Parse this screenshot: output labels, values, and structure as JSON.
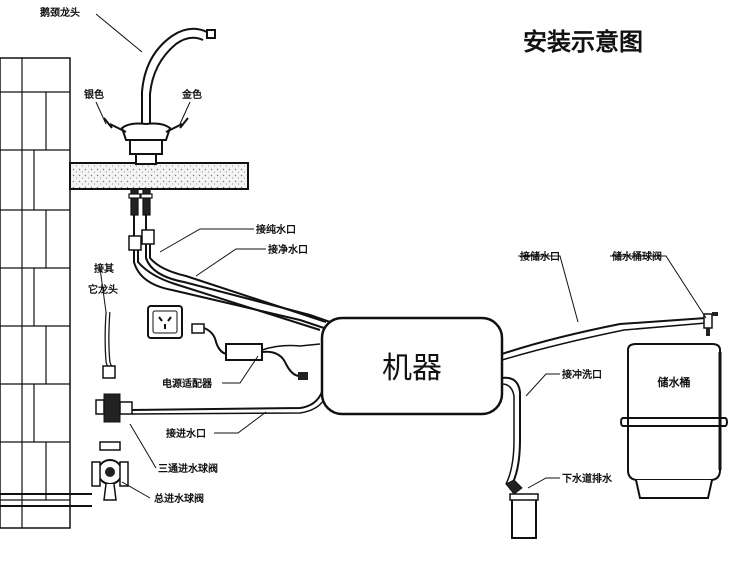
{
  "title": "安装示意图",
  "machine_label": "机器",
  "tank_label": "储水桶",
  "labels": {
    "faucet": "鹅颈龙头",
    "silver": "银色",
    "gold": "金色",
    "pure_water_port": "接纯水口",
    "clean_water_port": "接净水口",
    "other_faucet_line1": "接其",
    "other_faucet_line2": "它龙头",
    "power_adapter": "电源适配器",
    "inlet_port": "接进水口",
    "tee_valve": "三通进水球阀",
    "main_valve": "总进水球阀",
    "storage_port": "接储水口",
    "tank_ball_valve": "储水桶球阀",
    "flush_port": "接冲洗口",
    "drain": "下水道排水"
  }
}
